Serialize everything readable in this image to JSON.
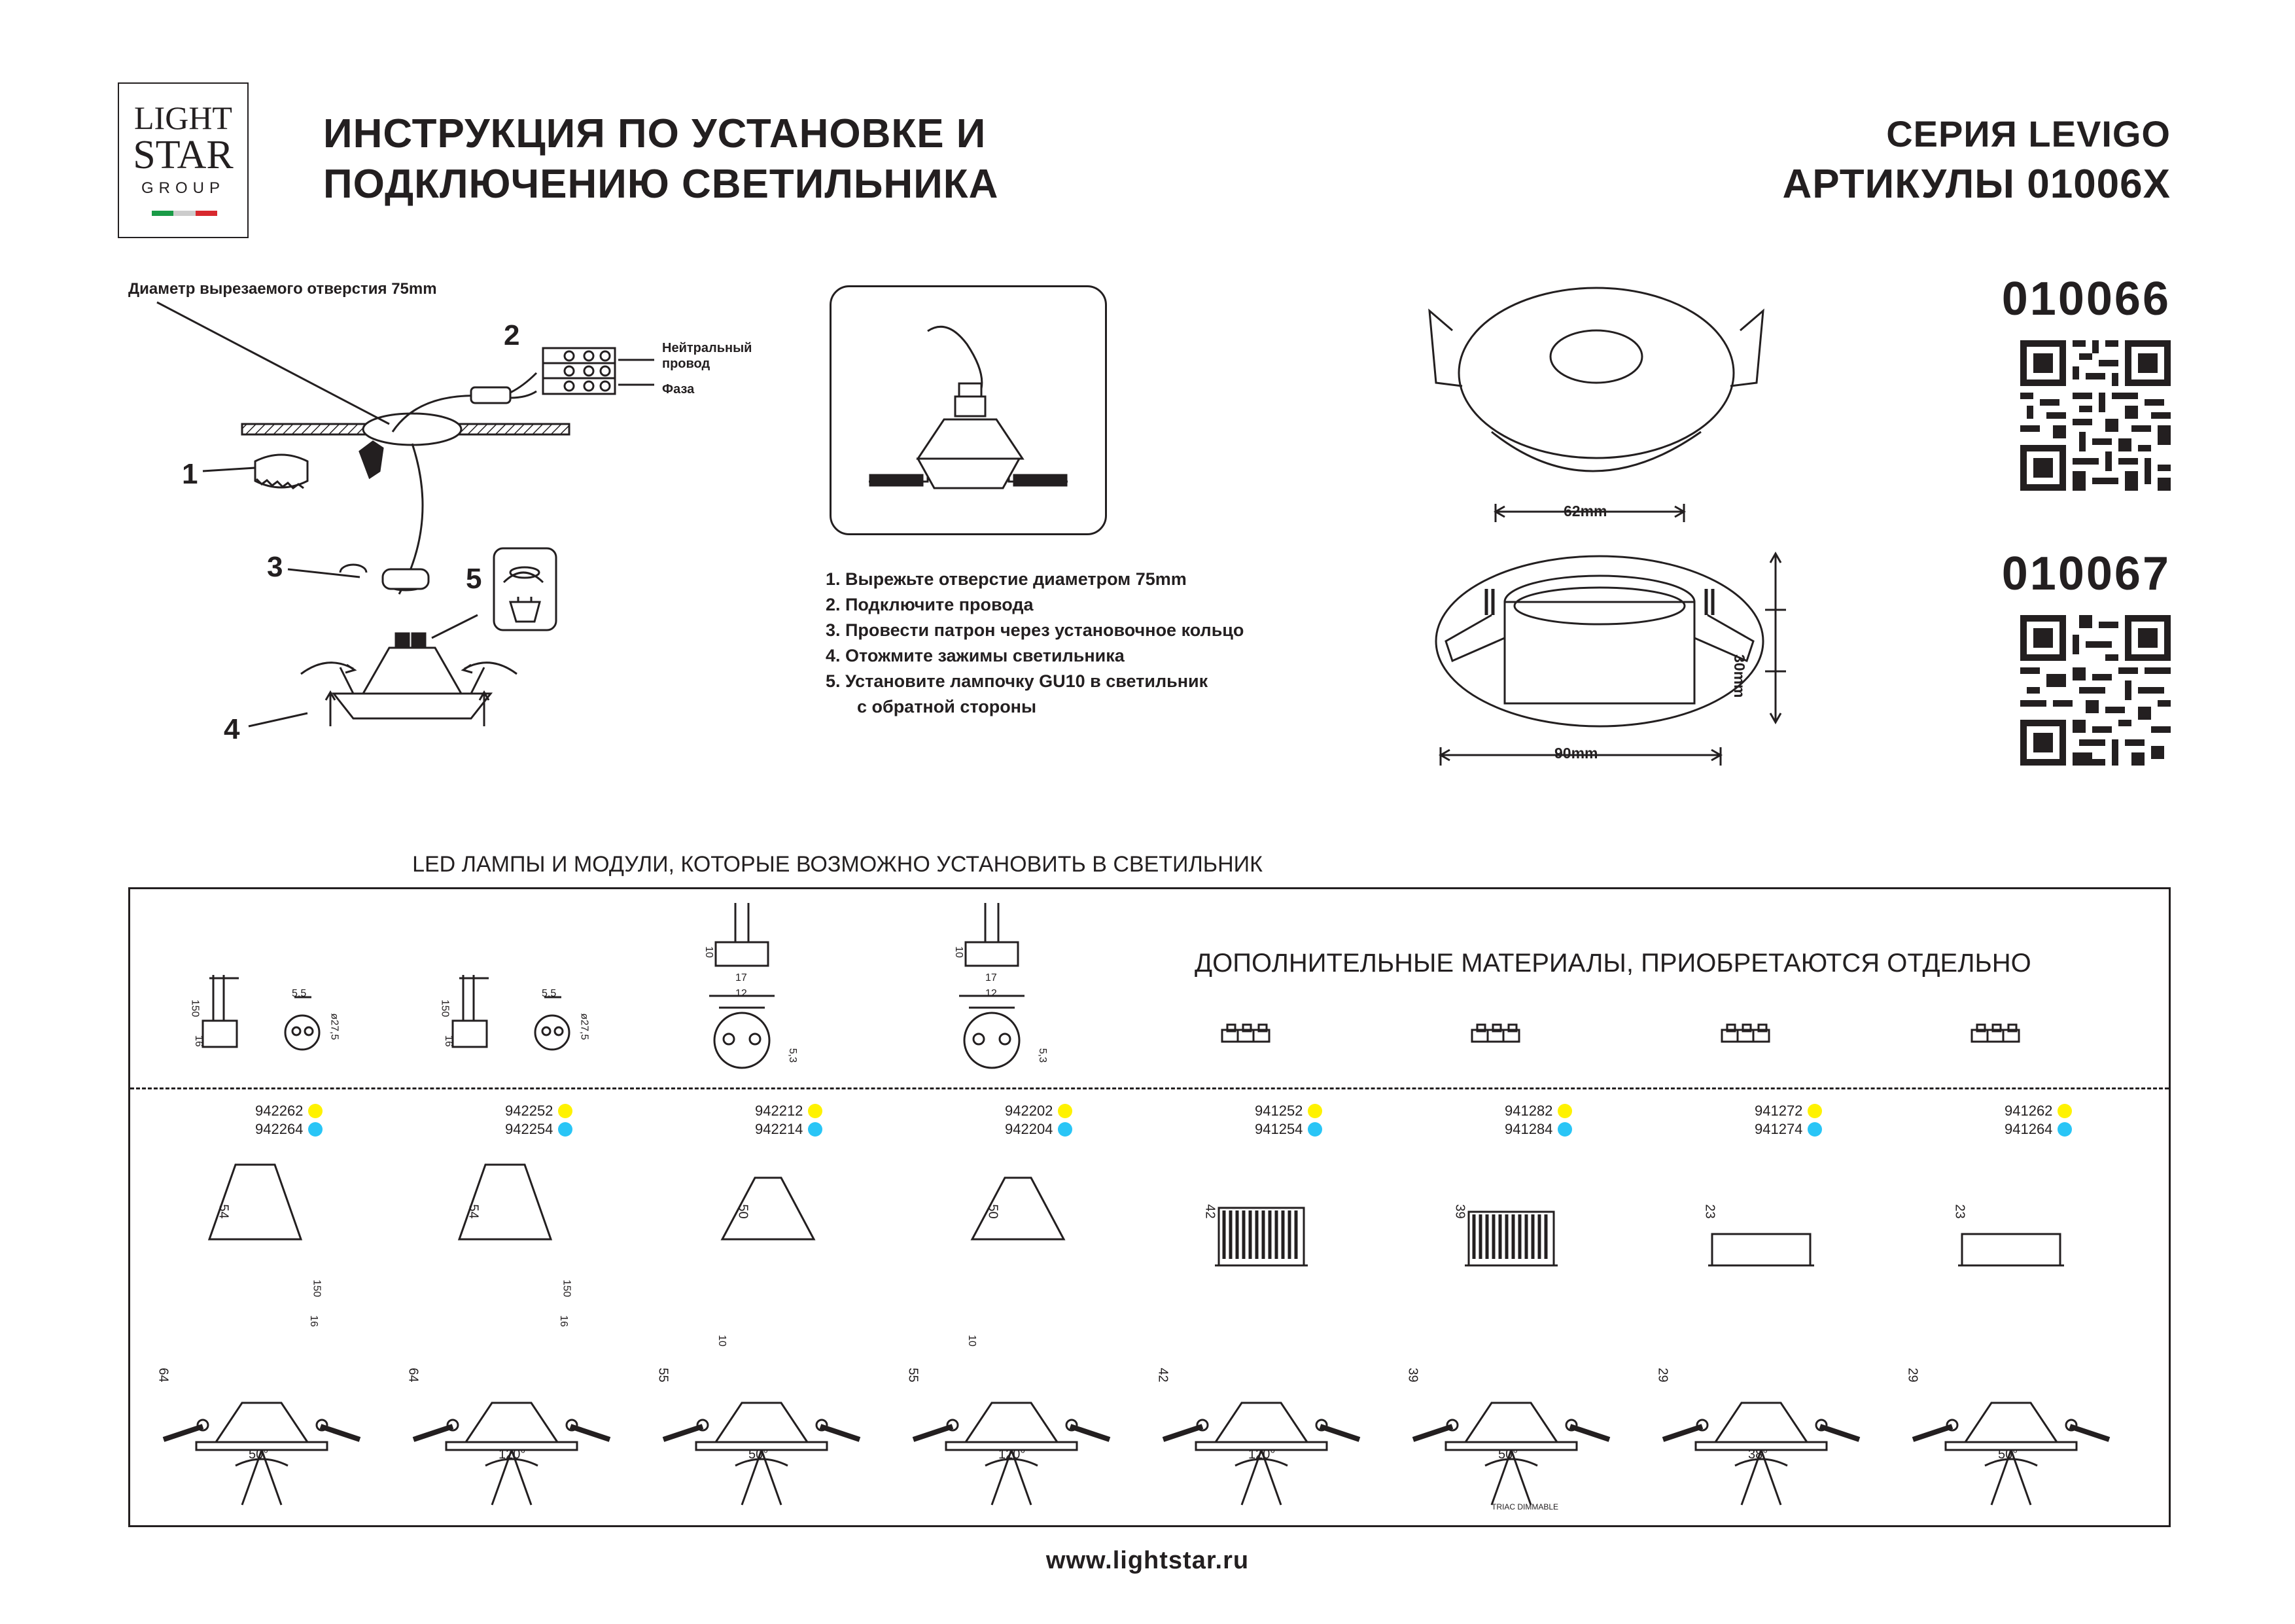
{
  "brand": {
    "logo_line1": "LIGHT",
    "logo_line2": "STAR",
    "logo_line3": "GROUP"
  },
  "header": {
    "title_line1": "ИНСТРУКЦИЯ ПО УСТАНОВКЕ И",
    "title_line2": "ПОДКЛЮЧЕНИЮ СВЕТИЛЬНИКА",
    "series": "СЕРИЯ LEVIGO",
    "articles": "АРТИКУЛЫ 01006X"
  },
  "products": [
    {
      "code": "010066"
    },
    {
      "code": "010067"
    }
  ],
  "install": {
    "cut_note": "Диаметр вырезаемого отверстия 75mm",
    "neutral_wire": "Нейтральный провод",
    "phase": "Фаза",
    "callouts": [
      "1",
      "2",
      "3",
      "4",
      "5"
    ]
  },
  "steps": [
    "1.  Вырежьте отверстие диаметром 75mm",
    "2.  Подключите провода",
    "3.  Провести патрон через установочное кольцо",
    "4.  Отожмите зажимы светильника",
    "5.  Установите лампочку GU10 в светильник",
    "с обратной стороны"
  ],
  "dimensions": {
    "width_top": "62mm",
    "height": "30mm",
    "width_bottom": "90mm"
  },
  "lamps": {
    "section_title": "LED ЛАМПЫ И МОДУЛИ, КОТОРЫЕ ВОЗМОЖНО УСТАНОВИТЬ В СВЕТИЛЬНИК",
    "extra_materials": "ДОПОЛНИТЕЛЬНЫЕ МАТЕРИАЛЫ, ПРИОБРЕТАЮТСЯ ОТДЕЛЬНО",
    "warm_color": "#fff200",
    "cold_color": "#29c5f6",
    "columns": [
      {
        "art_warm": "942262",
        "art_cold": "942264",
        "height": "54",
        "install_height": "64",
        "angle": "50°",
        "top_dims": [
          "150",
          "16",
          "5,5",
          "ø27,5"
        ],
        "wire_dims": [
          "150",
          "16"
        ]
      },
      {
        "art_warm": "942252",
        "art_cold": "942254",
        "height": "54",
        "install_height": "64",
        "angle": "120°",
        "top_dims": [
          "150",
          "16",
          "5,5",
          "ø27,5"
        ],
        "wire_dims": [
          "150",
          "16"
        ]
      },
      {
        "art_warm": "942212",
        "art_cold": "942214",
        "height": "50",
        "install_height": "55",
        "angle": "50°",
        "top_dims": [
          "10",
          "17",
          "12",
          "5,3"
        ],
        "wire_dims": [
          "10"
        ]
      },
      {
        "art_warm": "942202",
        "art_cold": "942204",
        "height": "50",
        "install_height": "55",
        "angle": "120°",
        "top_dims": [
          "10",
          "17",
          "12",
          "5,3"
        ],
        "wire_dims": [
          "10"
        ]
      },
      {
        "art_warm": "941252",
        "art_cold": "941254",
        "height": "42",
        "install_height": "42",
        "angle": "120°"
      },
      {
        "art_warm": "941282",
        "art_cold": "941284",
        "height": "39",
        "install_height": "39",
        "angle": "50°",
        "note": "TRIAC DIMMABLE"
      },
      {
        "art_warm": "941272",
        "art_cold": "941274",
        "height": "23",
        "install_height": "29",
        "angle": "38°"
      },
      {
        "art_warm": "941262",
        "art_cold": "941264",
        "height": "23",
        "install_height": "29",
        "angle": "50°"
      }
    ]
  },
  "footer": {
    "website": "www.lightstar.ru"
  }
}
